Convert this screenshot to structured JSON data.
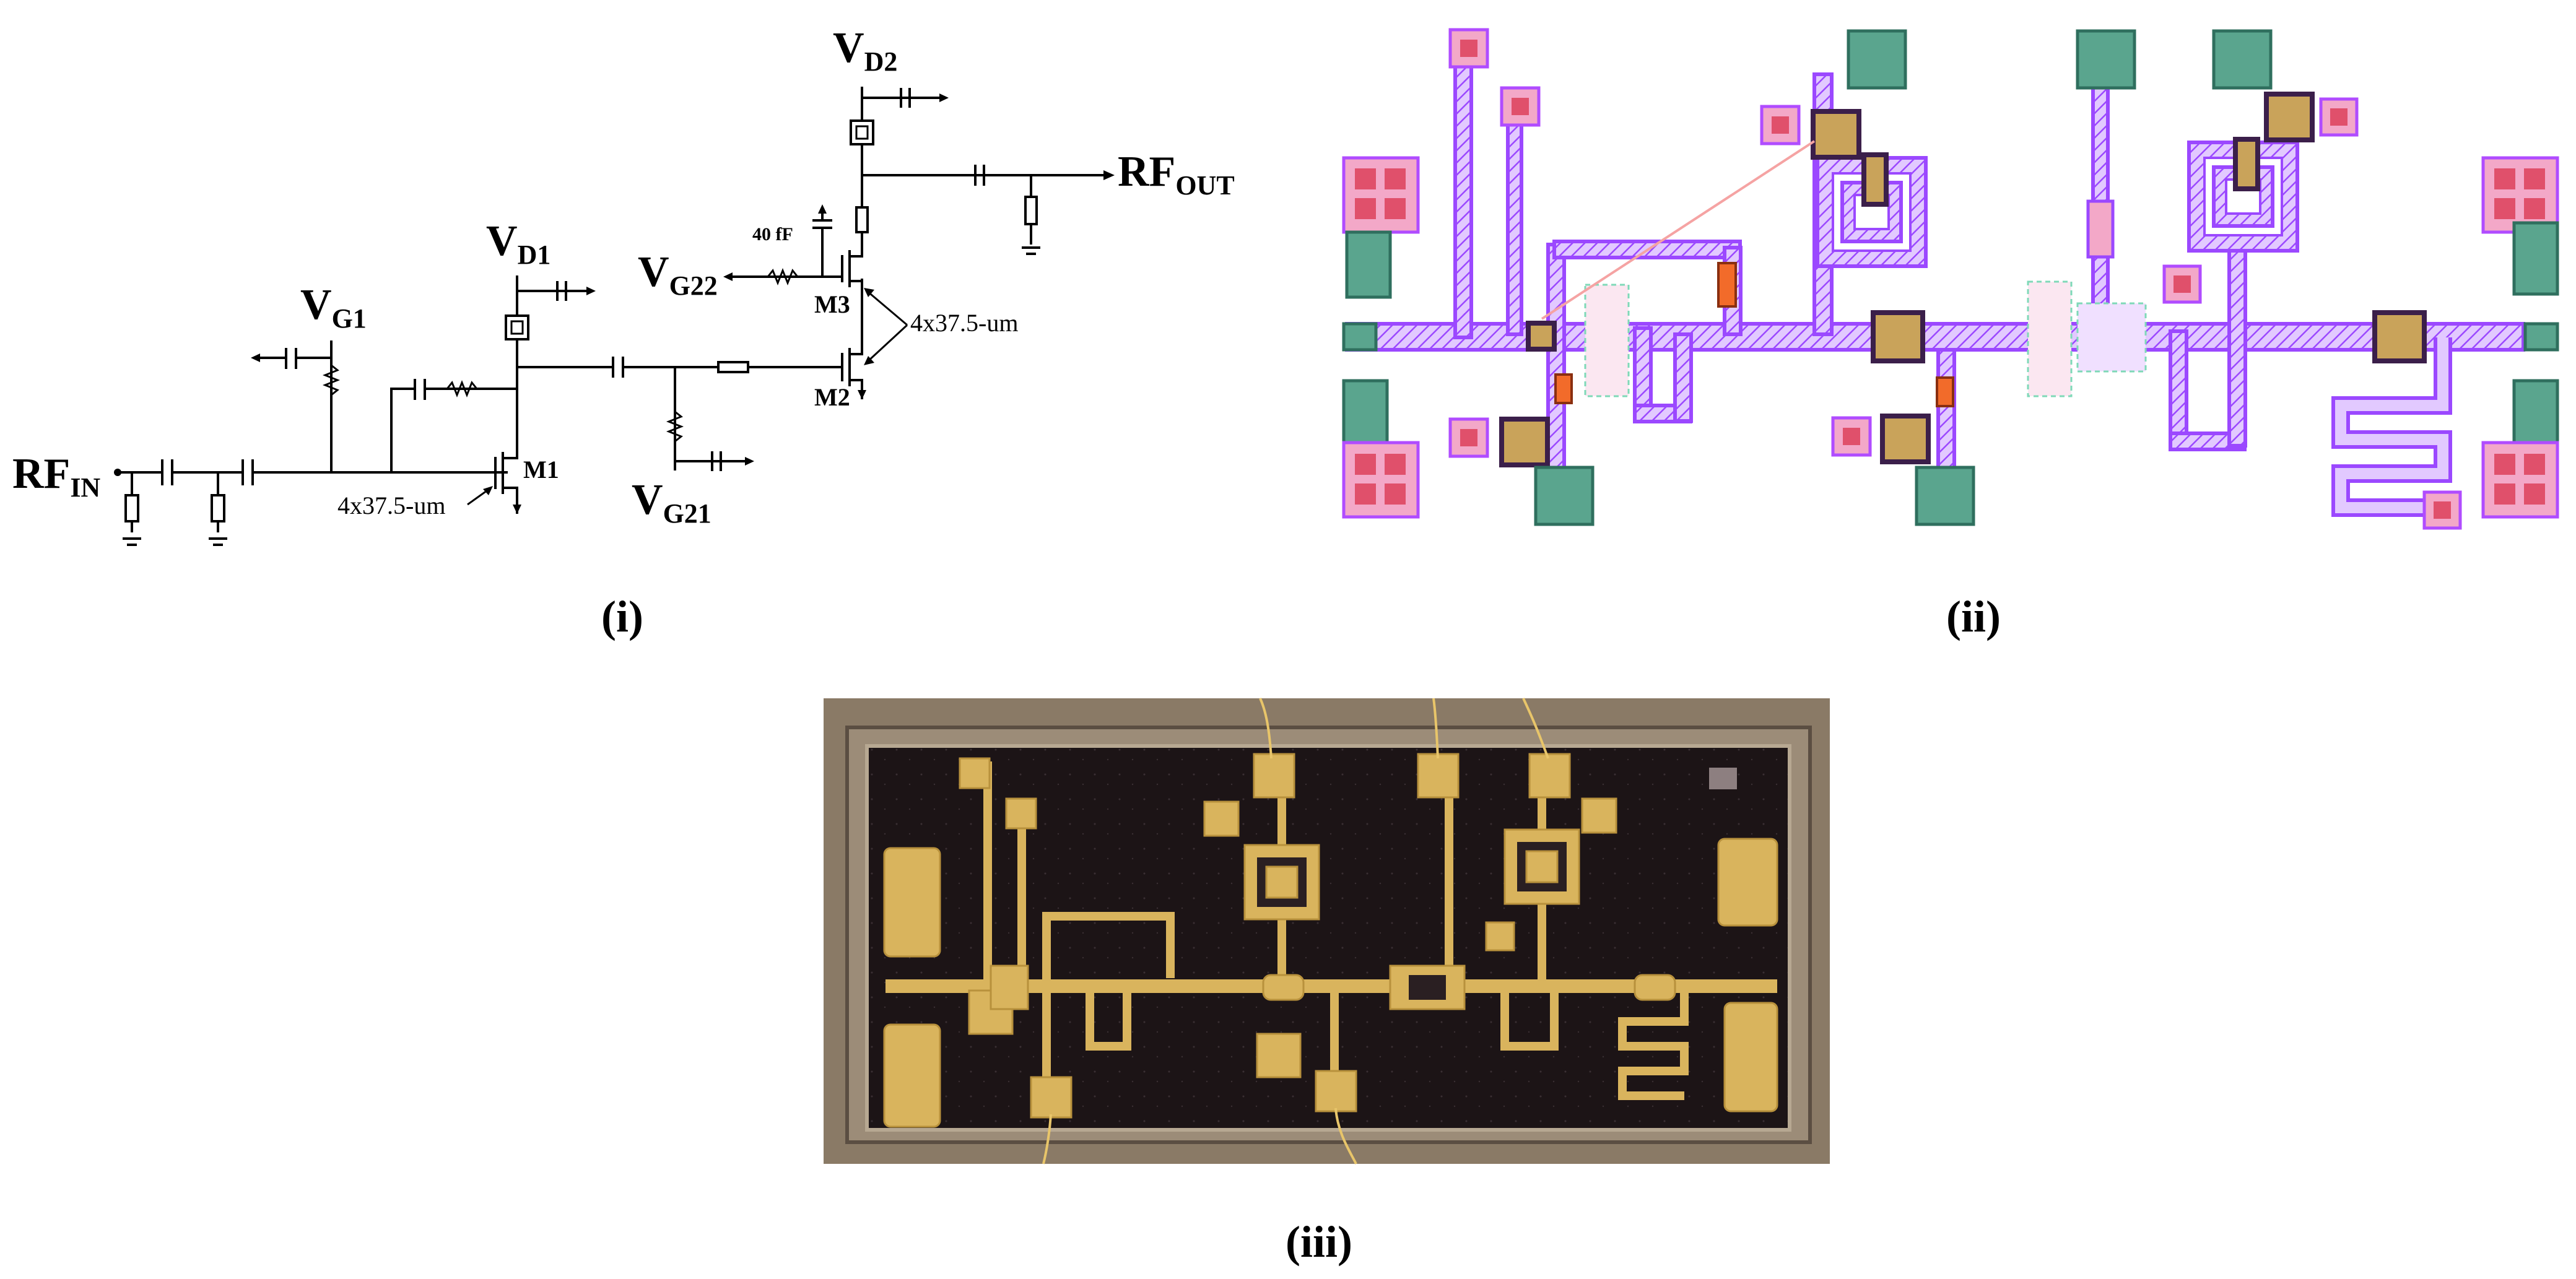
{
  "panels": {
    "schematic": {
      "caption": "(i)",
      "labels": {
        "vd2": "V",
        "vd2_sub": "D2",
        "vd1": "V",
        "vd1_sub": "D1",
        "vg1": "V",
        "vg1_sub": "G1",
        "vg22": "V",
        "vg22_sub": "G22",
        "vg21": "V",
        "vg21_sub": "G21",
        "rfin": "RF",
        "rfin_sub": "IN",
        "rfout": "RF",
        "rfout_sub": "OUT",
        "m1": "M1",
        "m2": "M2",
        "m3": "M3",
        "cap40": "40 fF",
        "size_m1": "4x37.5-um",
        "size_m23": "4x37.5-um"
      }
    },
    "layout": {
      "caption": "(ii)"
    },
    "photo": {
      "caption": "(iii)"
    }
  },
  "colors": {
    "layout_trace": "#9b48ff",
    "layout_pad_green": "#5aa58e",
    "layout_pad_pink": "#f3a8c8",
    "chip_gold": "#d9b45d",
    "chip_substrate": "#1c1416",
    "chip_frame": "#7a6a58"
  }
}
